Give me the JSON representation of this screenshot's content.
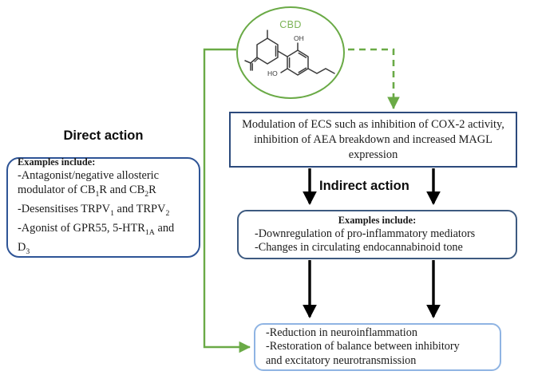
{
  "diagram": {
    "title_direct": "Direct action",
    "title_indirect": "Indirect action",
    "cbd": {
      "label": "CBD",
      "oh_top": "OH",
      "ho_left": "HO"
    },
    "boxes": {
      "ecs": {
        "text": "Modulation of ECS such as inhibition of COX-2 activity, inhibition of AEA breakdown and increased MAGL expression",
        "border_color": "#2c4a7c"
      },
      "direct": {
        "header": "Examples include:",
        "line1": "-Antagonist/negative allosteric",
        "line2": "modulator of CB1R and CB2R",
        "line3": "-Desensitises TRPV1 and TRPV2",
        "line4": "-Agonist of GPR55, 5-HTR1A and",
        "line5": "D3",
        "border_color": "#2e5496"
      },
      "indirect_examples": {
        "header": "Examples include:",
        "line1": "-Downregulation of pro-inflammatory mediators",
        "line2": "-Changes in circulating endocannabinoid tone",
        "border_color": "#3d5a80"
      },
      "outcome": {
        "line1": "-Reduction in neuroinflammation",
        "line2": "-Restoration of balance between inhibitory",
        "line3": "and excitatory neurotransmission",
        "border_color": "#8fb4e3"
      }
    },
    "colors": {
      "green": "#6aaa46",
      "arrow_black": "#000000",
      "navy": "#2c4a7c",
      "light_blue": "#8fb4e3"
    }
  }
}
